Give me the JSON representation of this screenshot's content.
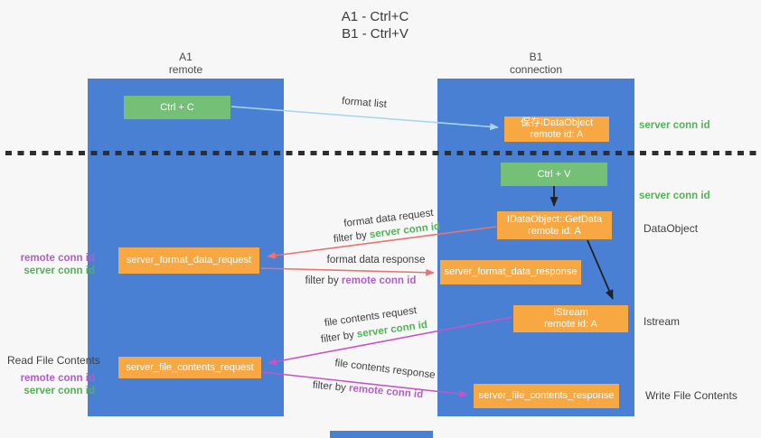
{
  "title": {
    "line1": "A1 - Ctrl+C",
    "line2": "B1 - Ctrl+V"
  },
  "columns": {
    "left": {
      "name": "A1",
      "subtitle": "remote"
    },
    "right": {
      "name": "B1",
      "subtitle": "connection"
    }
  },
  "nodes": {
    "ctrl_c": "Ctrl + C",
    "ctrl_v": "Ctrl + V",
    "save_dataobject": {
      "line1": "保存IDataObject",
      "line2": "remote id: A"
    },
    "getdata": {
      "line1": "IDataObject::GetData",
      "line2": "remote id: A"
    },
    "istream": {
      "line1": "IStream",
      "line2": "remote id: A"
    },
    "server_format_data_request": "server_format_data_request",
    "server_format_data_response": "server_format_data_response",
    "server_file_contents_request": "server_file_contents_request",
    "server_file_contents_response": "server_file_contents_response"
  },
  "arrows": {
    "format_list": "format list",
    "format_data_request": "format data request",
    "format_data_response": "format data response",
    "file_contents_request": "file contents request",
    "file_contents_response": "file contents response",
    "filter_by": "filter by",
    "server_conn_id": "server conn id",
    "remote_conn_id": "remote conn id"
  },
  "side_labels": {
    "server_conn_id_top": "server conn id",
    "server_conn_id_mid": "server conn id",
    "dataobject": "DataObject",
    "istream": "Istream",
    "read_file_contents": "Read File Contents",
    "write_file_contents": "Write File Contents",
    "remote_conn_id": "remote conn id",
    "server_conn_id": "server conn id"
  },
  "colors": {
    "background": "#f7f7f7",
    "column_blue": "#4a80d3",
    "node_green": "#74c077",
    "node_orange": "#f7a843",
    "label_green": "#53b158",
    "label_purple": "#b05fc4",
    "arrow_red": "#e87373",
    "arrow_magenta": "#c853c8",
    "arrow_blue": "#a9d5ef",
    "arrow_black": "#222222"
  }
}
